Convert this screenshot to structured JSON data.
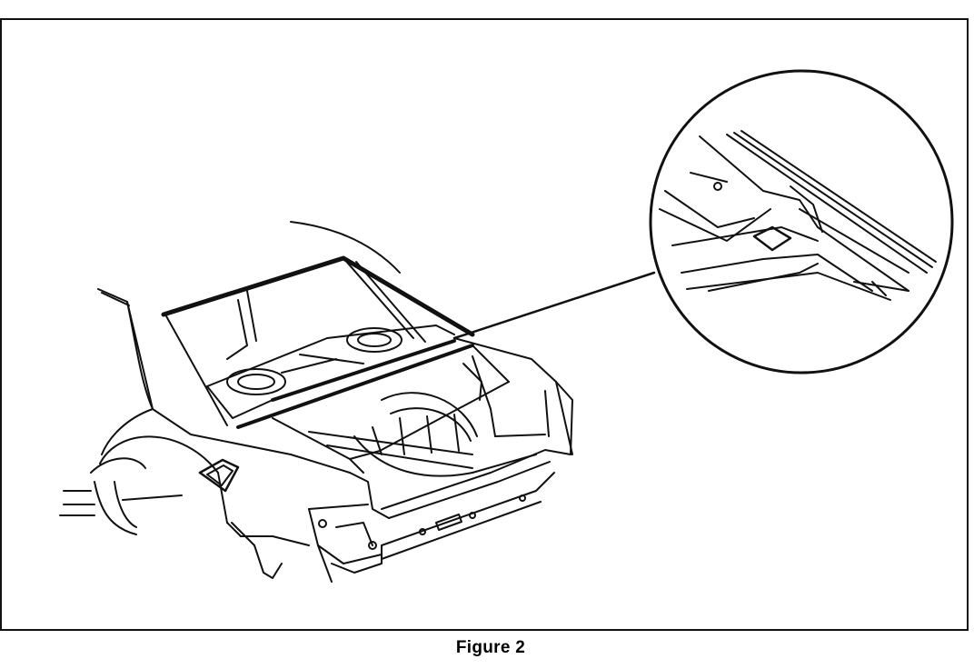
{
  "figure": {
    "caption": "Figure 2"
  },
  "illustration": {
    "subject": "rear-body-trunk-linedrawing",
    "detail": "magnified-seam-inset"
  },
  "colors": {
    "line": "#111111",
    "background": "#ffffff"
  }
}
